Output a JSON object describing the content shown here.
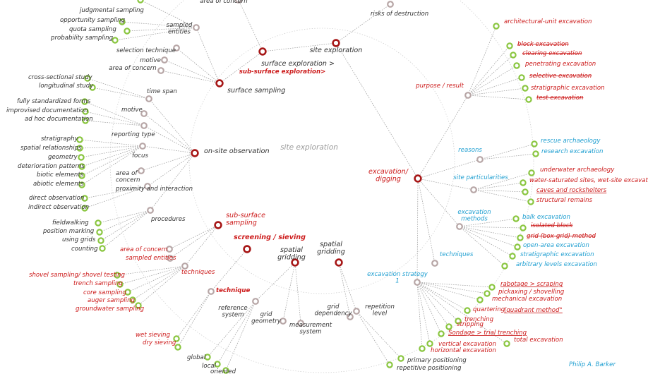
{
  "title": "site exploration",
  "author": "Philip A. Barker",
  "colors": {
    "dark": "#333333",
    "red": "#cc1a1a",
    "blue": "#1f9fd1",
    "grey": "#8c8c8c",
    "hub_stroke": "#a61616",
    "node_stroke": "#b7a6a6",
    "leaf_stroke": "#8ac640"
  },
  "nodes": [
    {
      "id": "n1",
      "label": "site exploration",
      "kind": "hub",
      "color": "dark"
    },
    {
      "id": "n2",
      "label": "surface exploration >",
      "kind": "hub-text",
      "color": "dark"
    },
    {
      "id": "n3",
      "label": "sub-surface exploration>",
      "kind": "text",
      "color": "red"
    },
    {
      "id": "n4",
      "label": "surface sampling",
      "kind": "hub",
      "color": "dark"
    },
    {
      "id": "n5",
      "label": "on-site observation",
      "kind": "hub",
      "color": "dark"
    },
    {
      "id": "n6",
      "label": "sub-surface sampling",
      "kind": "hub",
      "color": "red"
    },
    {
      "id": "n7",
      "label": "screening / sieving",
      "kind": "hub",
      "color": "red"
    },
    {
      "id": "n8",
      "label": "spatial gridding",
      "kind": "hub",
      "color": "dark"
    },
    {
      "id": "n9",
      "label": "spatial gridding",
      "kind": "hub",
      "color": "dark"
    },
    {
      "id": "n10",
      "label": "excavation/ digging",
      "kind": "hub",
      "color": "red"
    },
    {
      "id": "a1",
      "label": "area of concern",
      "kind": "mid",
      "color": "dark"
    },
    {
      "id": "a2",
      "label": "risks of destruction",
      "kind": "mid",
      "color": "dark"
    },
    {
      "id": "s1",
      "label": "sampled entities",
      "kind": "mid",
      "color": "dark"
    },
    {
      "id": "s2",
      "label": "selection technique",
      "kind": "mid",
      "color": "dark"
    },
    {
      "id": "s3",
      "label": "motive",
      "kind": "mid",
      "color": "dark"
    },
    {
      "id": "s4",
      "label": "area of concern",
      "kind": "mid",
      "color": "dark"
    },
    {
      "id": "l1",
      "label": "judgmental sampling",
      "kind": "leaf",
      "color": "dark"
    },
    {
      "id": "l2",
      "label": "opportunity sampling",
      "kind": "leaf",
      "color": "dark"
    },
    {
      "id": "l3",
      "label": "quota sampling",
      "kind": "leaf",
      "color": "dark"
    },
    {
      "id": "l4",
      "label": "probability sampling",
      "kind": "leaf",
      "color": "dark"
    },
    {
      "id": "o1",
      "label": "time span",
      "kind": "mid",
      "color": "dark"
    },
    {
      "id": "o2",
      "label": "motive",
      "kind": "mid",
      "color": "dark"
    },
    {
      "id": "o3",
      "label": "reporting type",
      "kind": "mid",
      "color": "dark"
    },
    {
      "id": "o4",
      "label": "focus",
      "kind": "mid",
      "color": "dark"
    },
    {
      "id": "o5",
      "label": "area of concern",
      "kind": "mid",
      "color": "dark"
    },
    {
      "id": "o6",
      "label": "proximity and interaction",
      "kind": "mid",
      "color": "dark"
    },
    {
      "id": "o7",
      "label": "procedures",
      "kind": "mid",
      "color": "dark"
    },
    {
      "id": "l5",
      "label": "cross-sectional study",
      "kind": "leaf",
      "color": "dark"
    },
    {
      "id": "l6",
      "label": "longitudinal study",
      "kind": "leaf",
      "color": "dark"
    },
    {
      "id": "l7",
      "label": "fully standardized forms",
      "kind": "leaf",
      "color": "dark"
    },
    {
      "id": "l8",
      "label": "improvised documentation",
      "kind": "leaf",
      "color": "dark"
    },
    {
      "id": "l9",
      "label": "ad hoc documentation",
      "kind": "leaf",
      "color": "dark"
    },
    {
      "id": "l10",
      "label": "stratigraphy",
      "kind": "leaf",
      "color": "dark"
    },
    {
      "id": "l11",
      "label": "spatial relationships",
      "kind": "leaf",
      "color": "dark"
    },
    {
      "id": "l12",
      "label": "geometry",
      "kind": "leaf",
      "color": "dark"
    },
    {
      "id": "l13",
      "label": "deterioration patterns",
      "kind": "leaf",
      "color": "dark"
    },
    {
      "id": "l14",
      "label": "biotic elements",
      "kind": "leaf",
      "color": "dark"
    },
    {
      "id": "l15",
      "label": "abiotic elements",
      "kind": "leaf",
      "color": "dark"
    },
    {
      "id": "l16",
      "label": "direct observation",
      "kind": "leaf",
      "color": "dark"
    },
    {
      "id": "l17",
      "label": "indirect observation",
      "kind": "leaf",
      "color": "dark"
    },
    {
      "id": "l18",
      "label": "fieldwalking",
      "kind": "leaf",
      "color": "dark"
    },
    {
      "id": "l19",
      "label": "position marking",
      "kind": "leaf",
      "color": "dark"
    },
    {
      "id": "l20",
      "label": "using grids",
      "kind": "leaf",
      "color": "dark"
    },
    {
      "id": "l21",
      "label": "counting",
      "kind": "leaf",
      "color": "dark"
    },
    {
      "id": "u1",
      "label": "area of concern",
      "kind": "mid",
      "color": "red"
    },
    {
      "id": "u2",
      "label": "sampled entities",
      "kind": "mid",
      "color": "red"
    },
    {
      "id": "u3",
      "label": "techniques",
      "kind": "mid",
      "color": "red"
    },
    {
      "id": "u4",
      "label": "technique",
      "kind": "mid",
      "color": "red"
    },
    {
      "id": "l22",
      "label": "shovel sampling/ shovel testing",
      "kind": "leaf",
      "color": "red"
    },
    {
      "id": "l23",
      "label": "trench sampling",
      "kind": "leaf",
      "color": "red"
    },
    {
      "id": "l24",
      "label": "core sampling",
      "kind": "leaf",
      "color": "red"
    },
    {
      "id": "l25",
      "label": "auger sampling",
      "kind": "leaf",
      "color": "red"
    },
    {
      "id": "l26",
      "label": "groundwater sampling",
      "kind": "leaf",
      "color": "red"
    },
    {
      "id": "l27",
      "label": "wet sieving",
      "kind": "leaf",
      "color": "red"
    },
    {
      "id": "l28",
      "label": "dry sieving",
      "kind": "leaf",
      "color": "red"
    },
    {
      "id": "g1",
      "label": "reference system",
      "kind": "mid",
      "color": "dark"
    },
    {
      "id": "g2",
      "label": "grid geometry",
      "kind": "mid",
      "color": "dark"
    },
    {
      "id": "g3",
      "label": "measurement system",
      "kind": "mid",
      "color": "dark"
    },
    {
      "id": "g4",
      "label": "grid dependency",
      "kind": "mid",
      "color": "dark"
    },
    {
      "id": "g5",
      "label": "repetition level",
      "kind": "mid",
      "color": "dark"
    },
    {
      "id": "l29",
      "label": "global",
      "kind": "leaf",
      "color": "dark"
    },
    {
      "id": "l30",
      "label": "local",
      "kind": "leaf",
      "color": "dark"
    },
    {
      "id": "l31",
      "label": "oriented",
      "kind": "leaf",
      "color": "dark"
    },
    {
      "id": "l32",
      "label": "primary positioning",
      "kind": "leaf",
      "color": "dark"
    },
    {
      "id": "l33",
      "label": "repetitive positioning",
      "kind": "leaf",
      "color": "dark"
    },
    {
      "id": "e1",
      "label": "purpose / result",
      "kind": "mid",
      "color": "red"
    },
    {
      "id": "e2",
      "label": "reasons",
      "kind": "mid",
      "color": "blue"
    },
    {
      "id": "e3",
      "label": "site particularities",
      "kind": "mid",
      "color": "blue"
    },
    {
      "id": "e4",
      "label": "excavation methods",
      "kind": "mid",
      "color": "blue"
    },
    {
      "id": "e5",
      "label": "techniques",
      "kind": "mid",
      "color": "blue"
    },
    {
      "id": "e6",
      "label": "excavation strategy 1",
      "kind": "mid",
      "color": "blue"
    },
    {
      "id": "l34",
      "label": "architectural-unit excavation",
      "kind": "leaf",
      "color": "red"
    },
    {
      "id": "l35",
      "label": "block excavation",
      "kind": "leaf",
      "color": "red"
    },
    {
      "id": "l36",
      "label": "clearing excavation",
      "kind": "leaf",
      "color": "red"
    },
    {
      "id": "l37",
      "label": "penetrating excavation",
      "kind": "leaf",
      "color": "red"
    },
    {
      "id": "l38",
      "label": "selective excavation",
      "kind": "leaf",
      "color": "red"
    },
    {
      "id": "l39",
      "label": "stratigraphic excavation",
      "kind": "leaf",
      "color": "red"
    },
    {
      "id": "l40",
      "label": "test excavation",
      "kind": "leaf",
      "color": "red"
    },
    {
      "id": "l41",
      "label": "rescue archaeology",
      "kind": "leaf",
      "color": "blue"
    },
    {
      "id": "l42",
      "label": "research excavation",
      "kind": "leaf",
      "color": "blue"
    },
    {
      "id": "l43",
      "label": "underwater archaeology",
      "kind": "leaf",
      "color": "red"
    },
    {
      "id": "l44",
      "label": "water-saturated sites, wet-site excavation",
      "kind": "leaf",
      "color": "red"
    },
    {
      "id": "l45",
      "label": "caves and rockshelters",
      "kind": "leaf",
      "color": "red"
    },
    {
      "id": "l46",
      "label": "structural remains",
      "kind": "leaf",
      "color": "red"
    },
    {
      "id": "l47",
      "label": "balk excavation",
      "kind": "leaf",
      "color": "blue"
    },
    {
      "id": "l48",
      "label": "isolated block",
      "kind": "leaf",
      "color": "red"
    },
    {
      "id": "l49",
      "label": "grid (box-grid) method",
      "kind": "leaf",
      "color": "red"
    },
    {
      "id": "l50",
      "label": "open-area excavation",
      "kind": "leaf",
      "color": "blue"
    },
    {
      "id": "l51",
      "label": "stratigraphic excavation",
      "kind": "leaf",
      "color": "blue"
    },
    {
      "id": "l52",
      "label": "arbitrary levels excavation",
      "kind": "leaf",
      "color": "blue"
    },
    {
      "id": "l53",
      "label": "rabotage > scraping",
      "kind": "leaf",
      "color": "red"
    },
    {
      "id": "l54",
      "label": "pickaxing / shovelling",
      "kind": "leaf",
      "color": "red"
    },
    {
      "id": "l55",
      "label": "mechanical excavation",
      "kind": "leaf",
      "color": "red"
    },
    {
      "id": "l56",
      "label": "quartering",
      "kind": "leaf",
      "color": "red"
    },
    {
      "id": "l57",
      "label": "(quadrant method°",
      "kind": "leaf",
      "color": "red"
    },
    {
      "id": "l58",
      "label": "trenching",
      "kind": "leaf",
      "color": "red"
    },
    {
      "id": "l59",
      "label": "stripping",
      "kind": "leaf",
      "color": "red"
    },
    {
      "id": "l60",
      "label": "Sondage > trial trenching",
      "kind": "leaf",
      "color": "red"
    },
    {
      "id": "l61",
      "label": "vertical excavation",
      "kind": "leaf",
      "color": "red"
    },
    {
      "id": "l62",
      "label": "horizontal excavation",
      "kind": "leaf",
      "color": "red"
    },
    {
      "id": "l63",
      "label": "total excavation",
      "kind": "leaf",
      "color": "red"
    }
  ],
  "edges": [
    [
      "n1",
      "a2"
    ],
    [
      "n1",
      "n2"
    ],
    [
      "n1",
      "n10"
    ],
    [
      "n2",
      "a1"
    ],
    [
      "n2",
      "n4"
    ],
    [
      "n4",
      "s1"
    ],
    [
      "n4",
      "s2"
    ],
    [
      "n4",
      "s3"
    ],
    [
      "n4",
      "s4"
    ],
    [
      "s1",
      "l1"
    ],
    [
      "s1",
      "l2"
    ],
    [
      "s1",
      "l3"
    ],
    [
      "s1",
      "l4"
    ],
    [
      "n5",
      "o1"
    ],
    [
      "n5",
      "o2"
    ],
    [
      "n5",
      "o3"
    ],
    [
      "n5",
      "o4"
    ],
    [
      "n5",
      "o5"
    ],
    [
      "n5",
      "o6"
    ],
    [
      "n5",
      "o7"
    ],
    [
      "o1",
      "l5"
    ],
    [
      "o1",
      "l6"
    ],
    [
      "o3",
      "l7"
    ],
    [
      "o3",
      "l8"
    ],
    [
      "o3",
      "l9"
    ],
    [
      "o4",
      "l10"
    ],
    [
      "o4",
      "l11"
    ],
    [
      "o4",
      "l12"
    ],
    [
      "o4",
      "l13"
    ],
    [
      "o4",
      "l14"
    ],
    [
      "o4",
      "l15"
    ],
    [
      "o6",
      "l16"
    ],
    [
      "o6",
      "l17"
    ],
    [
      "o7",
      "l18"
    ],
    [
      "o7",
      "l19"
    ],
    [
      "o7",
      "l20"
    ],
    [
      "o7",
      "l21"
    ],
    [
      "n6",
      "u1"
    ],
    [
      "n6",
      "u2"
    ],
    [
      "n6",
      "u3"
    ],
    [
      "u3",
      "l22"
    ],
    [
      "u3",
      "l23"
    ],
    [
      "u3",
      "l24"
    ],
    [
      "u3",
      "l25"
    ],
    [
      "u3",
      "l26"
    ],
    [
      "n7",
      "u4"
    ],
    [
      "u4",
      "l27"
    ],
    [
      "u4",
      "l28"
    ],
    [
      "n8",
      "g1"
    ],
    [
      "n8",
      "g2"
    ],
    [
      "n8",
      "g3"
    ],
    [
      "g1",
      "l29"
    ],
    [
      "g1",
      "l30"
    ],
    [
      "g1",
      "l31"
    ],
    [
      "n9",
      "g4"
    ],
    [
      "n9",
      "g5"
    ],
    [
      "g5",
      "l32"
    ],
    [
      "g5",
      "l33"
    ],
    [
      "n10",
      "e1"
    ],
    [
      "n10",
      "e2"
    ],
    [
      "n10",
      "e3"
    ],
    [
      "n10",
      "e4"
    ],
    [
      "n10",
      "e5"
    ],
    [
      "n10",
      "e6"
    ],
    [
      "e1",
      "l34"
    ],
    [
      "e1",
      "l35"
    ],
    [
      "e1",
      "l36"
    ],
    [
      "e1",
      "l37"
    ],
    [
      "e1",
      "l38"
    ],
    [
      "e1",
      "l39"
    ],
    [
      "e1",
      "l40"
    ],
    [
      "e2",
      "l41"
    ],
    [
      "e2",
      "l42"
    ],
    [
      "e3",
      "l43"
    ],
    [
      "e3",
      "l44"
    ],
    [
      "e3",
      "l45"
    ],
    [
      "e3",
      "l46"
    ],
    [
      "e4",
      "l47"
    ],
    [
      "e4",
      "l48"
    ],
    [
      "e4",
      "l49"
    ],
    [
      "e4",
      "l50"
    ],
    [
      "e4",
      "l51"
    ],
    [
      "e4",
      "l52"
    ],
    [
      "e6",
      "l53"
    ],
    [
      "e6",
      "l54"
    ],
    [
      "e6",
      "l55"
    ],
    [
      "e6",
      "l56"
    ],
    [
      "e6",
      "l58"
    ],
    [
      "e6",
      "l59"
    ],
    [
      "e6",
      "l60"
    ],
    [
      "e6",
      "l61"
    ],
    [
      "e6",
      "l62"
    ],
    [
      "e6",
      "l63"
    ]
  ]
}
